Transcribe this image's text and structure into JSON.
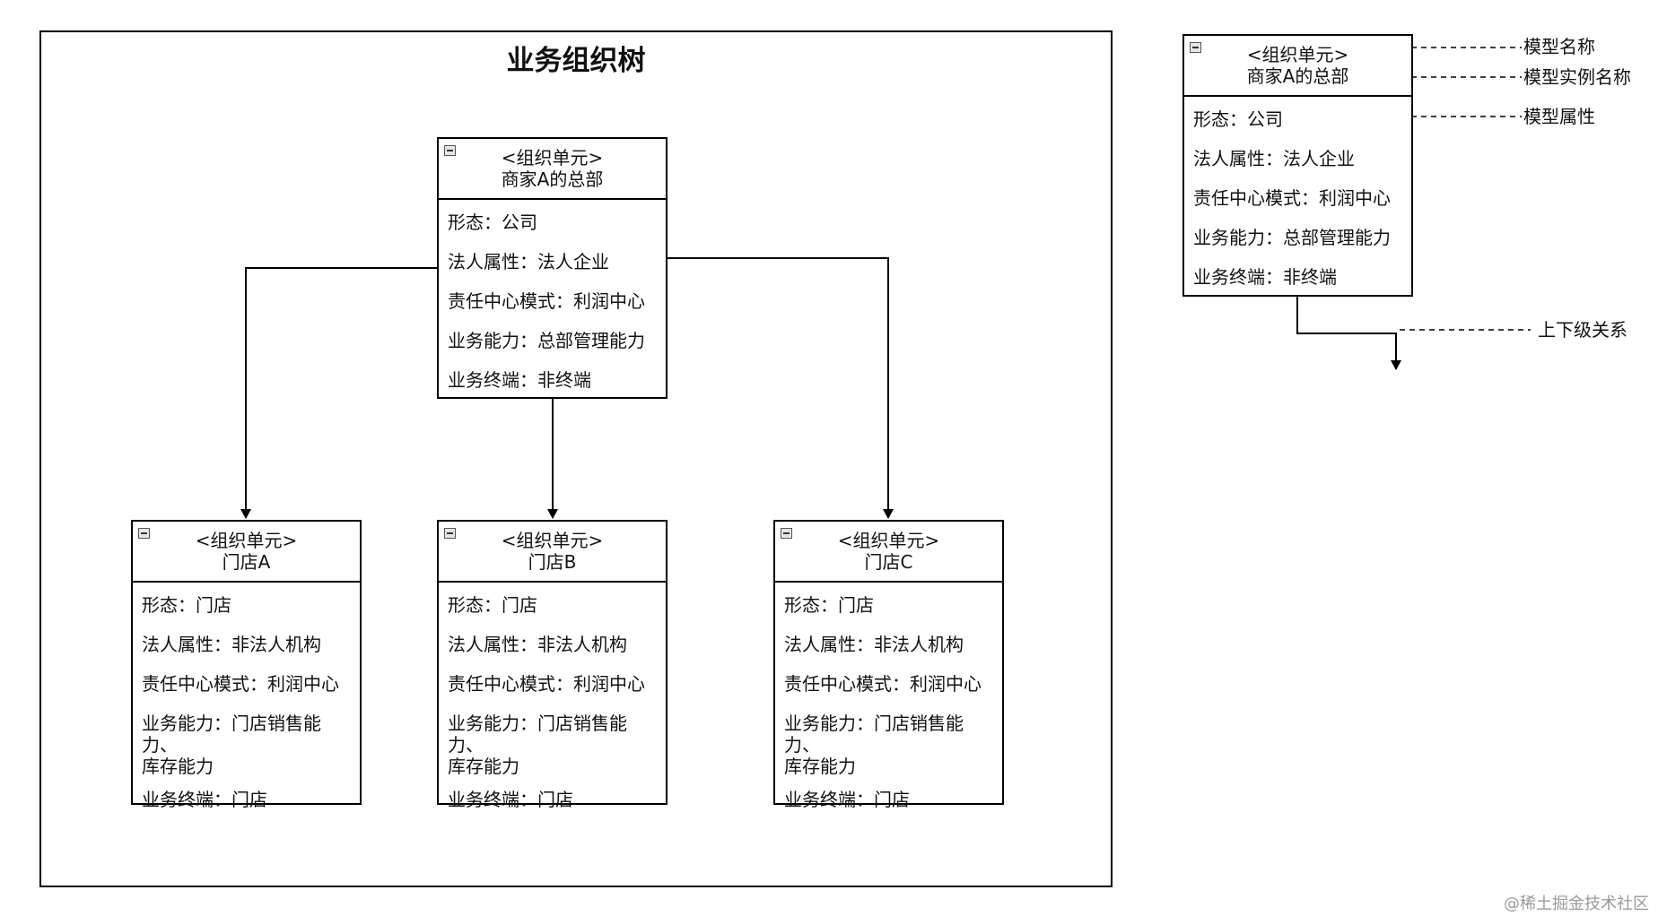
{
  "diagram": {
    "title": "业务组织树",
    "nodes": [
      {
        "id": "hq",
        "stereotype": "<组织单元>",
        "name": "商家A的总部",
        "attributes": [
          "形态：公司",
          "法人属性：法人企业",
          "责任中心模式：利润中心",
          "业务能力：总部管理能力",
          "业务终端：非终端"
        ]
      },
      {
        "id": "storeA",
        "stereotype": "<组织单元>",
        "name": "门店A",
        "attributes": [
          "形态：门店",
          "法人属性：非法人机构",
          "责任中心模式：利润中心",
          "业务能力：门店销售能力、\n库存能力",
          "业务终端：门店"
        ]
      },
      {
        "id": "storeB",
        "stereotype": "<组织单元>",
        "name": "门店B",
        "attributes": [
          "形态：门店",
          "法人属性：非法人机构",
          "责任中心模式：利润中心",
          "业务能力：门店销售能力、\n库存能力",
          "业务终端：门店"
        ]
      },
      {
        "id": "storeC",
        "stereotype": "<组织单元>",
        "name": "门店C",
        "attributes": [
          "形态：门店",
          "法人属性：非法人机构",
          "责任中心模式：利润中心",
          "业务能力：门店销售能力、\n库存能力",
          "业务终端：门店"
        ]
      }
    ],
    "edges": [
      {
        "from": "hq",
        "to": "storeA"
      },
      {
        "from": "hq",
        "to": "storeB"
      },
      {
        "from": "hq",
        "to": "storeC"
      }
    ]
  },
  "legend": {
    "node": {
      "stereotype": "<组织单元>",
      "name": "商家A的总部",
      "attributes": [
        "形态：公司",
        "法人属性：法人企业",
        "责任中心模式：利润中心",
        "业务能力：总部管理能力",
        "业务终端：非终端"
      ]
    },
    "labels": {
      "model_name": "模型名称",
      "instance_name": "模型实例名称",
      "model_attribute": "模型属性",
      "relation": "上下级关系"
    }
  },
  "watermark": "@稀土掘金技术社区"
}
